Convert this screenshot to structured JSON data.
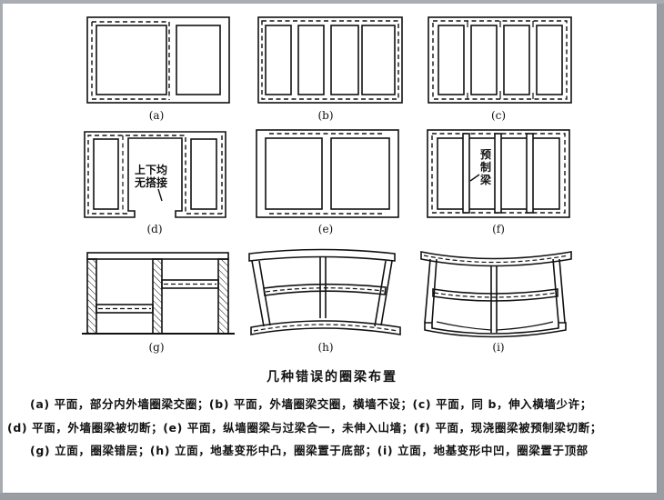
{
  "figure": {
    "title": "几种错误的圈梁布置",
    "panels": [
      {
        "id": "a",
        "label": "(a)"
      },
      {
        "id": "b",
        "label": "(b)"
      },
      {
        "id": "c",
        "label": "(c)"
      },
      {
        "id": "d",
        "label": "(d)",
        "note_line1": "上下均",
        "note_line2": "无搭接"
      },
      {
        "id": "e",
        "label": "(e)"
      },
      {
        "id": "f",
        "label": "(f)",
        "note_line1": "预",
        "note_line2": "制",
        "note_line3": "梁"
      },
      {
        "id": "g",
        "label": "(g)"
      },
      {
        "id": "h",
        "label": "(h)"
      },
      {
        "id": "i",
        "label": "(i)"
      }
    ],
    "caption_lines": [
      "(a) 平面，部分内外墙圈梁交圈；(b) 平面，外墙圈梁交圈，横墙不设；(c) 平面，同 b，伸入横墙少许；",
      "(d) 平面，外墙圈梁被切断；(e) 平面，纵墙圈梁与过梁合一，未伸入山墙；(f) 平面，现浇圈梁被预制梁切断；",
      "(g) 立面，圈梁错层；(h) 立面，地基变形中凸，圈梁置于底部；(i) 立面，地基变形中凹，圈梁置于顶部"
    ]
  },
  "colors": {
    "frame": "#a9acb0",
    "page": "#ffffff",
    "ink": "#111111"
  }
}
